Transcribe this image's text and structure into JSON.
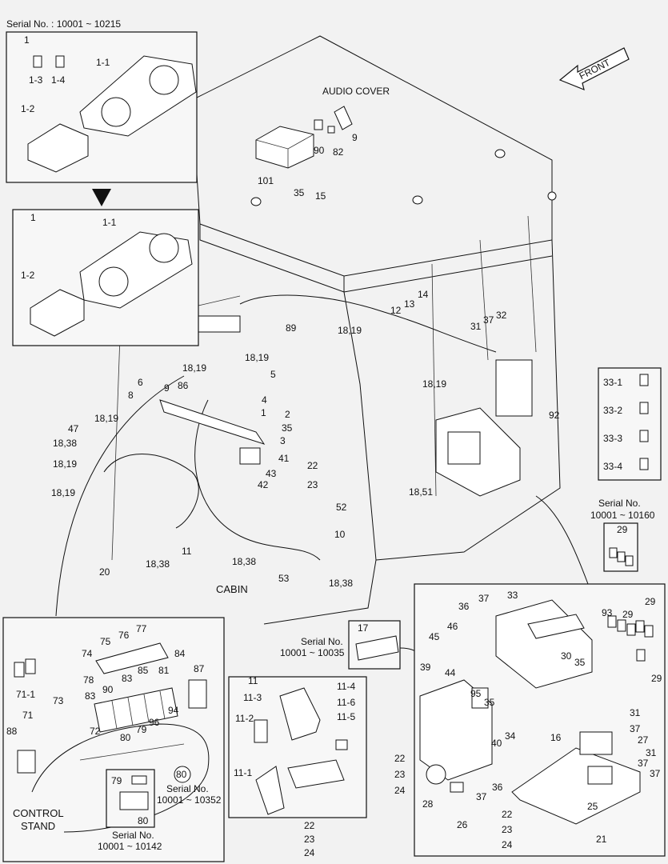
{
  "header": {
    "serial_range": "Serial No. : 10001 ~ 10215"
  },
  "front_label": "FRONT",
  "area_labels": {
    "audio_cover": "AUDIO COVER",
    "cabin": "CABIN",
    "control_stand_1": "CONTROL",
    "control_stand_2": "STAND"
  },
  "insets": {
    "top_box_1": {
      "title": "1",
      "parts": [
        "1-1",
        "1-2",
        "1-3",
        "1-4"
      ]
    },
    "top_box_2": {
      "title": "1",
      "parts": [
        "1-1",
        "1-2"
      ]
    },
    "relay_box": {
      "parts": [
        "33-1",
        "33-2",
        "33-3",
        "33-4"
      ]
    },
    "serial_29": {
      "line1": "Serial No.",
      "line2": "10001 ~ 10160",
      "part": "29"
    },
    "serial_17": {
      "line1": "Serial No.",
      "line2": "10001 ~ 10035",
      "part": "17"
    },
    "pedal_box": {
      "title": "11",
      "parts": [
        "11-1",
        "11-2",
        "11-3",
        "11-4",
        "11-5",
        "11-6"
      ]
    },
    "serial_80": {
      "line1": "Serial No.",
      "line2": "10001 ~ 10352",
      "part": "80"
    },
    "serial_79": {
      "line1": "Serial No.",
      "line2": "10001 ~ 10142",
      "parts": [
        "79",
        "80"
      ]
    }
  },
  "callouts": {
    "main": [
      "101",
      "90",
      "82",
      "9",
      "35",
      "15",
      "89",
      "14",
      "13",
      "12",
      "18,19",
      "31",
      "37",
      "32",
      "92",
      "18,19",
      "18,19",
      "5",
      "4",
      "2",
      "35",
      "3",
      "6",
      "9",
      "86",
      "8",
      "1",
      "47",
      "18,19",
      "18,38",
      "18,19",
      "18,19",
      "41",
      "43",
      "42",
      "22",
      "23",
      "52",
      "18,51",
      "10",
      "11",
      "20",
      "18,38",
      "18,38",
      "18,38",
      "53"
    ],
    "control": [
      "75",
      "76",
      "77",
      "74",
      "84",
      "78",
      "83",
      "85",
      "81",
      "87",
      "90",
      "83",
      "71",
      "71-1",
      "73",
      "72",
      "80",
      "79",
      "96",
      "94",
      "88"
    ],
    "right": [
      "36",
      "37",
      "33",
      "46",
      "45",
      "93",
      "29",
      "29",
      "29",
      "39",
      "44",
      "95",
      "30",
      "35",
      "35",
      "40",
      "34",
      "16",
      "31",
      "37",
      "27",
      "31",
      "37",
      "37",
      "28",
      "37",
      "36",
      "26",
      "25",
      "22",
      "23",
      "24",
      "21"
    ],
    "pedal_extra": [
      "22",
      "23",
      "24",
      "22",
      "23",
      "24"
    ]
  }
}
